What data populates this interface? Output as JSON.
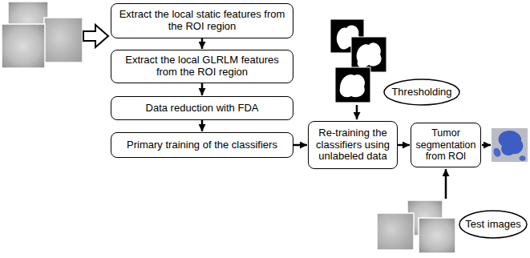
{
  "diagram": {
    "nodes": [
      {
        "text": [
          "Extract the local static features from the ROI region"
        ]
      },
      {
        "text": [
          "Extract the local GLRLM features from the ROI region"
        ]
      },
      {
        "text": [
          "Data reduction with FDA"
        ]
      },
      {
        "text": [
          "Primary training of the classifiers"
        ]
      },
      {
        "text": [
          "Thresholding"
        ]
      },
      {
        "text": [
          "Re-training the classifiers using unlabeled data"
        ]
      },
      {
        "text": [
          "Tumor segmentation from ROI"
        ]
      },
      {
        "text": [
          "Test images"
        ]
      }
    ],
    "edges": [
      {
        "from": 0,
        "to": 1,
        "arrow": "to"
      },
      {
        "from": 1,
        "to": 2,
        "arrow": "to"
      },
      {
        "from": 2,
        "to": 3,
        "arrow": "to"
      },
      {
        "from": 3,
        "to": 5,
        "arrow": "to"
      },
      {
        "from": 5,
        "to": 6,
        "arrow": "to"
      }
    ]
  }
}
